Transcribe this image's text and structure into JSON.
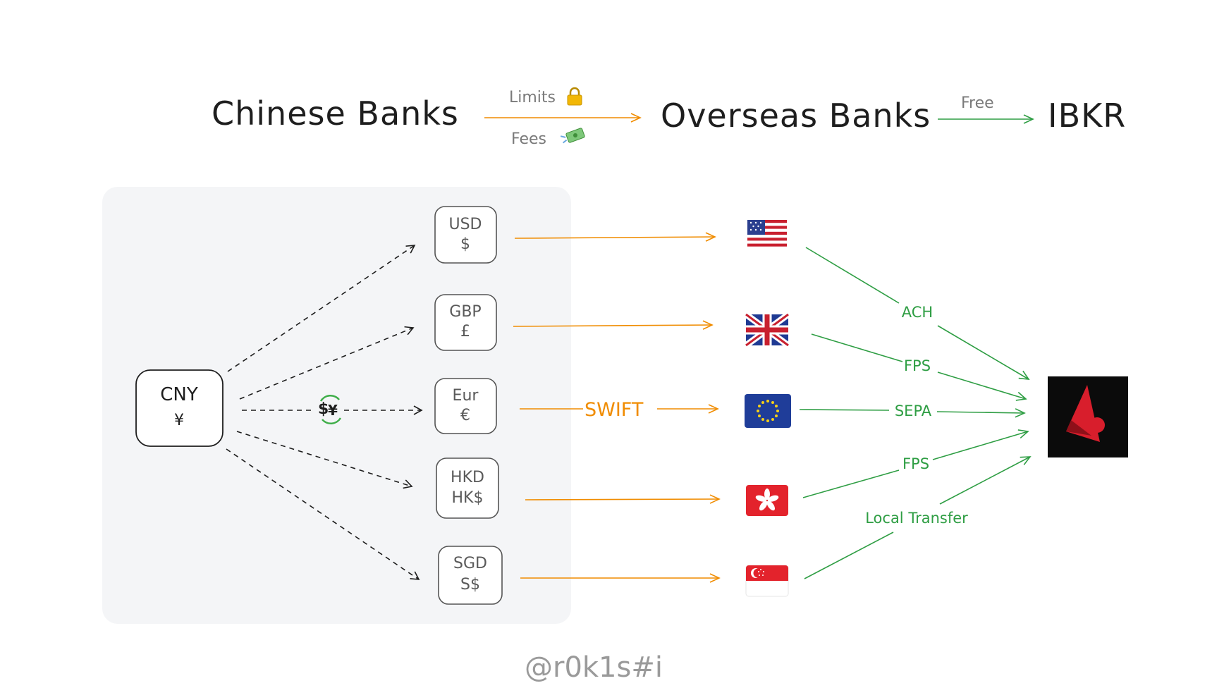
{
  "header": {
    "chinese_banks": "Chinese Banks",
    "overseas_banks": "Overseas Banks",
    "ibkr": "IBKR",
    "limits_label": "Limits",
    "fees_label": "Fees",
    "free_label": "Free",
    "limits_icon": "lock-icon",
    "fees_icon": "money-with-wings-icon"
  },
  "source": {
    "code": "CNY",
    "symbol": "¥",
    "exchange_icon": "currency-exchange-icon"
  },
  "currencies": [
    {
      "code": "USD",
      "symbol": "$"
    },
    {
      "code": "GBP",
      "symbol": "£"
    },
    {
      "code": "Eur",
      "symbol": "€"
    },
    {
      "code": "HKD",
      "symbol": "HK$"
    },
    {
      "code": "SGD",
      "symbol": "S$"
    }
  ],
  "transfer": {
    "swift_label": "SWIFT"
  },
  "flags": [
    "us-flag-icon",
    "uk-flag-icon",
    "eu-flag-icon",
    "hk-flag-icon",
    "sg-flag-icon"
  ],
  "routes": [
    "ACH",
    "FPS",
    "SEPA",
    "FPS",
    "Local Transfer"
  ],
  "broker": {
    "logo": "ibkr-logo-icon"
  },
  "colors": {
    "orange": "#f08c00",
    "green": "#2f9e44",
    "panel": "#f4f5f7",
    "ibkr_red": "#d81e2c"
  },
  "watermark": "@r0k1s#i"
}
